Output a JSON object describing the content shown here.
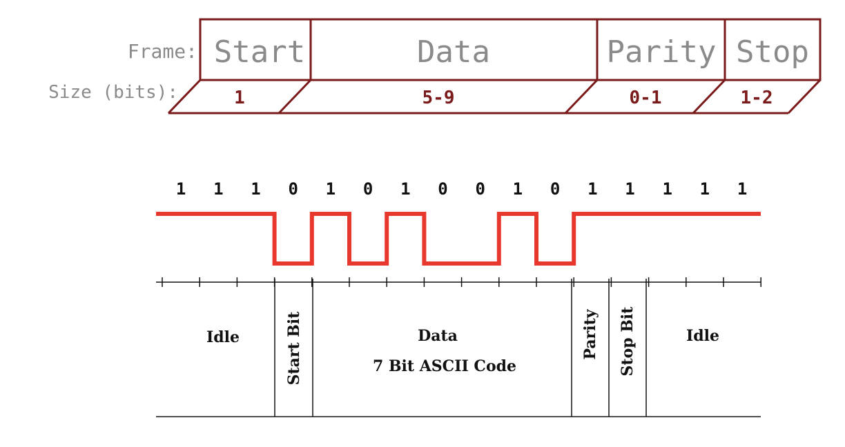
{
  "frame": {
    "frame_label": "Frame:",
    "size_label": "Size (bits):",
    "fields": [
      {
        "name": "Start",
        "size": "1"
      },
      {
        "name": "Data",
        "size": "5-9"
      },
      {
        "name": "Parity",
        "size": "0-1"
      },
      {
        "name": "Stop",
        "size": "1-2"
      }
    ]
  },
  "waveform": {
    "bits": [
      "1",
      "1",
      "1",
      "0",
      "1",
      "0",
      "1",
      "0",
      "0",
      "1",
      "0",
      "1",
      "1",
      "1",
      "1",
      "1"
    ],
    "line_color": "#e8382d"
  },
  "segments": {
    "idle_left": "Idle",
    "start_bit": "Start Bit",
    "data_title": "Data",
    "data_subtitle": "7 Bit ASCII Code",
    "parity": "Parity",
    "stop_bit": "Stop Bit",
    "idle_right": "Idle"
  },
  "colors": {
    "frame_border": "#7a1a1a",
    "frame_text": "#8a8a8a"
  }
}
